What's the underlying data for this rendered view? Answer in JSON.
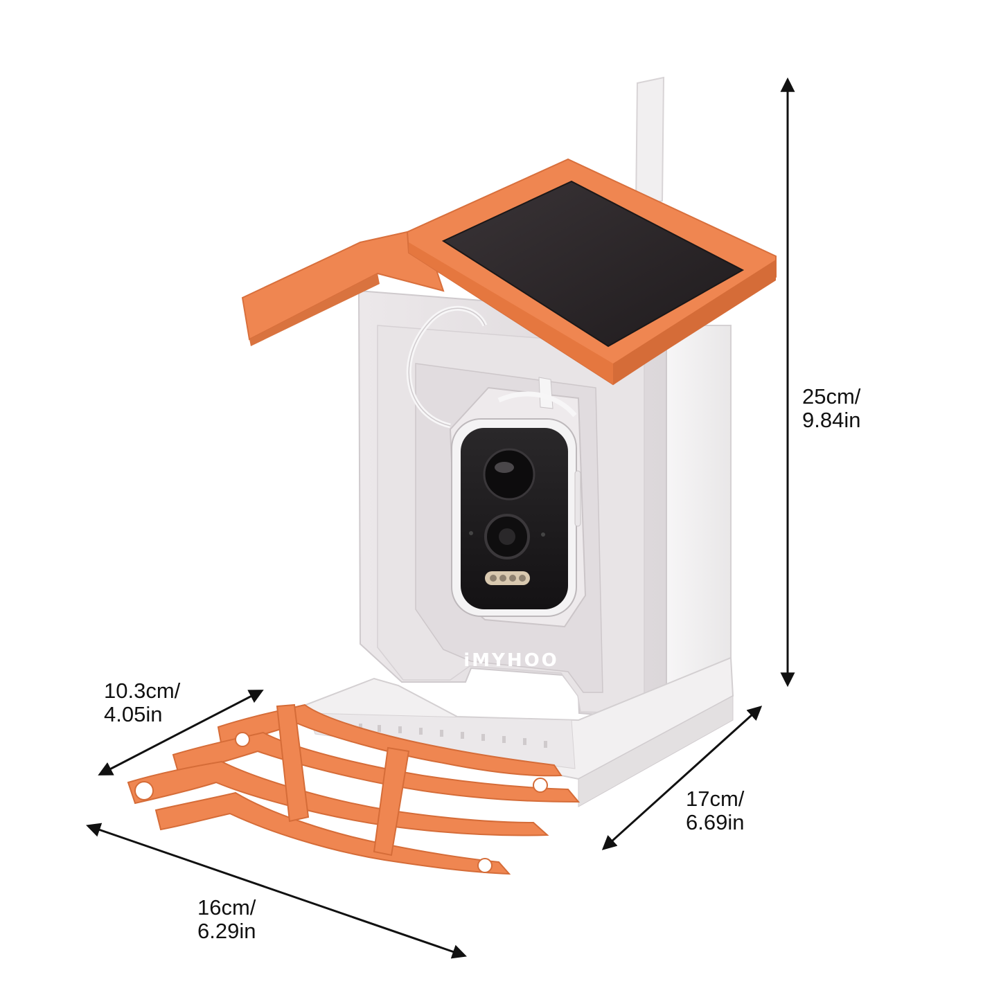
{
  "product": {
    "brand": "iMYHOO",
    "colors": {
      "accent_orange": "#ef8651",
      "body_white": "#f3f1f2",
      "solar_panel": "#2a2628",
      "camera_face": "#1d1b1d"
    }
  },
  "dimensions": {
    "height": {
      "cm": "25cm/",
      "inch": "9.84in"
    },
    "depth": {
      "cm": "17cm/",
      "inch": "6.69in"
    },
    "perch_width": {
      "cm": "10.3cm/",
      "inch": "4.05in"
    },
    "width": {
      "cm": "16cm/",
      "inch": "6.29in"
    }
  }
}
